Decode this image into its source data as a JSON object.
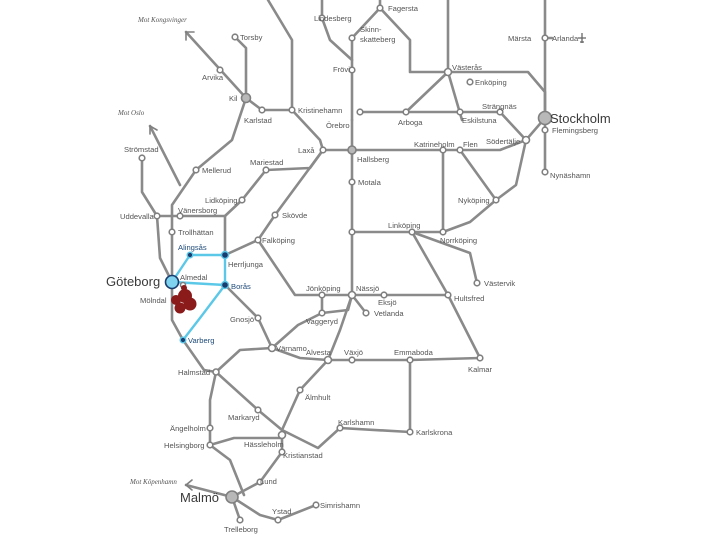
{
  "map": {
    "directions": {
      "kongsvinger": "Mot Kongsvinger",
      "oslo": "Mot Oslo",
      "kopenhamn": "Mot Köpenhamn"
    },
    "major_cities": {
      "stockholm": "Stockholm",
      "goteborg": "Göteborg",
      "malmo": "Malmö"
    },
    "stations": {
      "fagersta": "Fagersta",
      "lindesberg": "Lindesberg",
      "skinnskatteberg_1": "Skinn-",
      "skinnskatteberg_2": "skatteberg",
      "torsby": "Torsby",
      "marsta": "Märsta",
      "arlanda": "Arlanda",
      "arvika": "Arvika",
      "frovi": "Frövi",
      "vasteras": "Västerås",
      "enkoping": "Enköping",
      "kil": "Kil",
      "kristinehamn": "Kristinehamn",
      "karlstad": "Karlstad",
      "strangnas": "Strängnäs",
      "orebro": "Örebro",
      "arboga": "Arboga",
      "eskilstuna": "Eskilstuna",
      "flemingsberg": "Flemingsberg",
      "stromstad": "Strömstad",
      "laxa": "Laxå",
      "hallsberg": "Hallsberg",
      "katrineholm": "Katrineholm",
      "flen": "Flen",
      "sodertalje": "Södertälje",
      "mariestad": "Mariestad",
      "mellerud": "Mellerud",
      "nynashamn": "Nynäshamn",
      "motala": "Motala",
      "lidkoping": "Lidköping",
      "nykoping": "Nyköping",
      "vanersborg": "Vänersborg",
      "uddevalla": "Uddevalla",
      "skovde": "Skövde",
      "trollhattan": "Trollhättan",
      "linkoping": "Linköping",
      "norrkoping": "Norrköping",
      "alingsas": "Alingsås",
      "falkoping": "Falköping",
      "herrljunga": "Herrljunga",
      "almedal": "Almedal",
      "jonkoping": "Jönköping",
      "nassjo": "Nässjö",
      "vastervik": "Västervik",
      "moindal": "Mölndal",
      "boras": "Borås",
      "eksjo": "Eksjö",
      "hultsfred": "Hultsfred",
      "vetlanda": "Vetlanda",
      "vaggeryd": "Vaggeryd",
      "gnosjo": "Gnosjö",
      "varberg": "Varberg",
      "varnamo": "Värnamo",
      "alvesta": "Alvesta",
      "vaxjo": "Växjö",
      "emmaboda": "Emmaboda",
      "halmstad": "Halmstad",
      "kalmar": "Kalmar",
      "almhult": "Älmhult",
      "markaryd": "Markaryd",
      "angelholm": "Ängelholm",
      "karlshamn": "Karlshamn",
      "karlskrona": "Karlskrona",
      "helsingborg": "Helsingborg",
      "hassleholm": "Hässleholm",
      "kristianstad": "Kristianstad",
      "lund": "Lund",
      "simrishamn": "Simrishamn",
      "ystad": "Ystad",
      "trelleborg": "Trelleborg"
    },
    "colors": {
      "line": "#8a8a8a",
      "highlight_route": "#5bc8e8",
      "highlight_station": "#1a3d6e",
      "hub_marker": "#8b1a1a"
    },
    "icons": {
      "arlanda": "airplane-icon",
      "hub": "hub-marker-icon"
    }
  }
}
